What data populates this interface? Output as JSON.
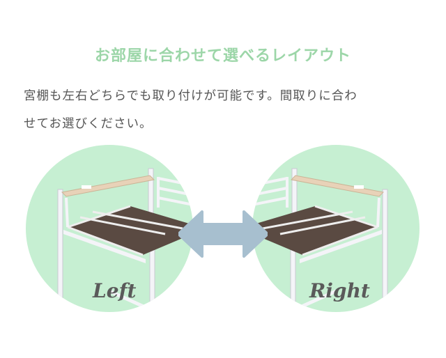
{
  "heading": {
    "title": "お部屋に合わせて選べるレイアウト",
    "line1": "宮棚も左右どちらでも取り付けが可能です。間取りに合わ",
    "line2": "せてお選びください。"
  },
  "options": {
    "left_label": "Left",
    "right_label": "Right"
  },
  "colors": {
    "title": "#9cd6a8",
    "circle": "#c6efd2",
    "arrow": "#a7bfcf",
    "frame": "#f4f4f8",
    "mattress": "#5a4a42",
    "shelf": "#e8d2b8"
  },
  "icons": {
    "swap": "double-headed-arrow-icon"
  }
}
